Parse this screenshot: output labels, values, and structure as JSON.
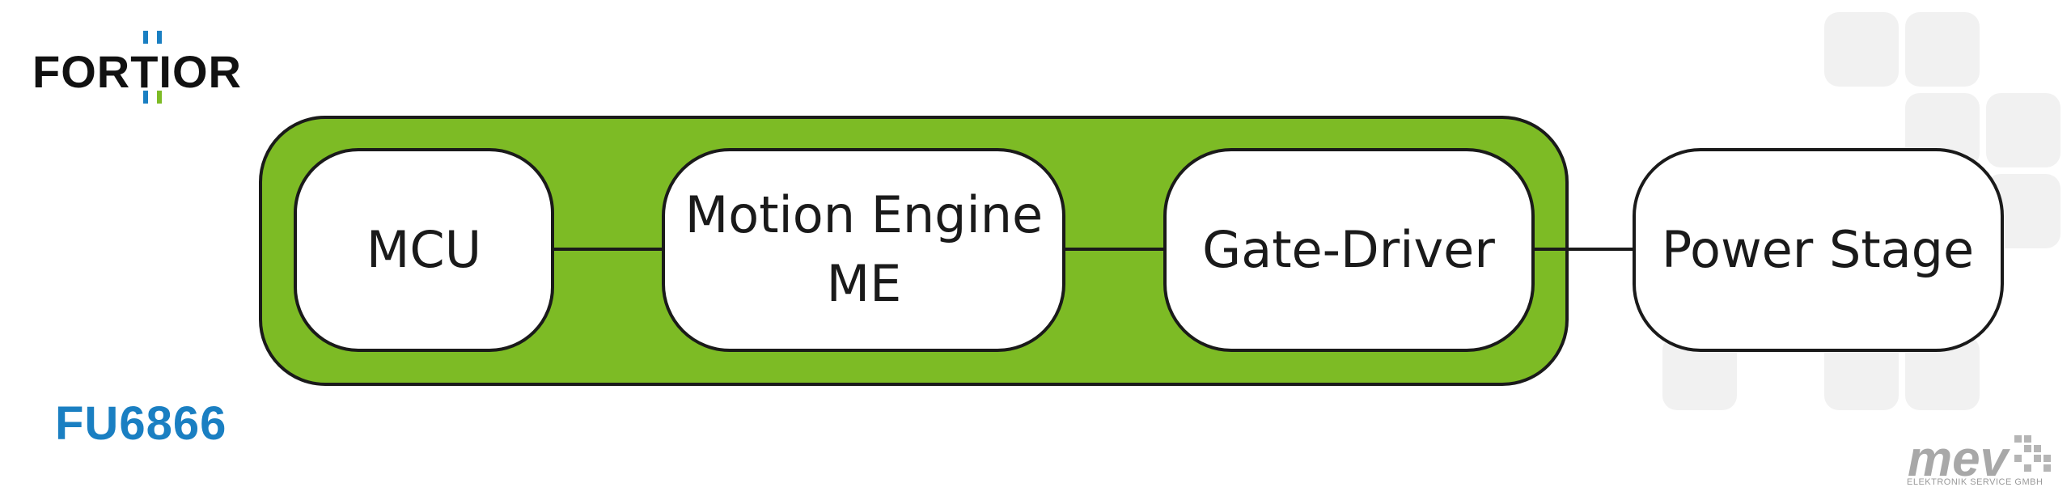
{
  "brand": {
    "name": "FORTIOR",
    "accent_blue": "#1a7fc2",
    "accent_green": "#7dbb25"
  },
  "chip": {
    "label": "FU6866"
  },
  "diagram": {
    "chip_container_color": "#7dbb25",
    "nodes": [
      {
        "id": "mcu",
        "lines": [
          "MCU"
        ]
      },
      {
        "id": "motion-engine",
        "lines": [
          "Motion Engine",
          "ME"
        ]
      },
      {
        "id": "gate-driver",
        "lines": [
          "Gate-Driver"
        ]
      },
      {
        "id": "power-stage",
        "lines": [
          "Power Stage"
        ]
      }
    ]
  },
  "watermark": {
    "logo_text": "mev",
    "subtitle": "ELEKTRONIK SERVICE GMBH"
  }
}
